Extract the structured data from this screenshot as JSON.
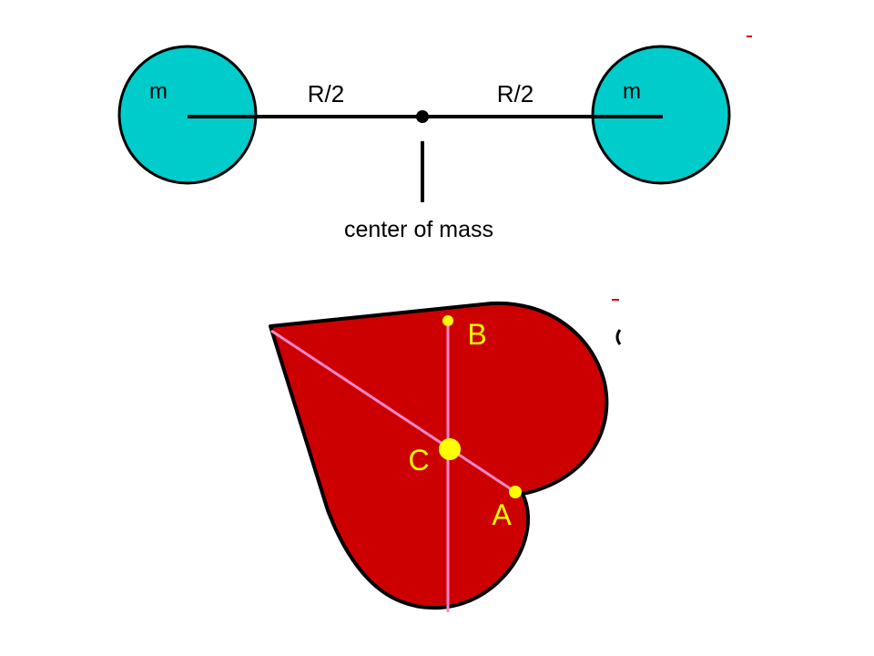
{
  "dumbbell": {
    "mass_left_label": "m",
    "mass_right_label": "m",
    "half_left_label": "R/2",
    "half_right_label": "R/2",
    "center_label": "center of mass"
  },
  "lamina": {
    "point_b_label": "B",
    "point_c_label": "C",
    "point_a_label": "A"
  },
  "colors": {
    "sphere_fill": "#00CCCC",
    "outline": "#000000",
    "lamina_fill": "#CC0000",
    "suspension_line": "#FF88CC",
    "point_marker": "#FFFF00",
    "point_label": "#FFFF00",
    "stray_mark": "#CC0000"
  }
}
